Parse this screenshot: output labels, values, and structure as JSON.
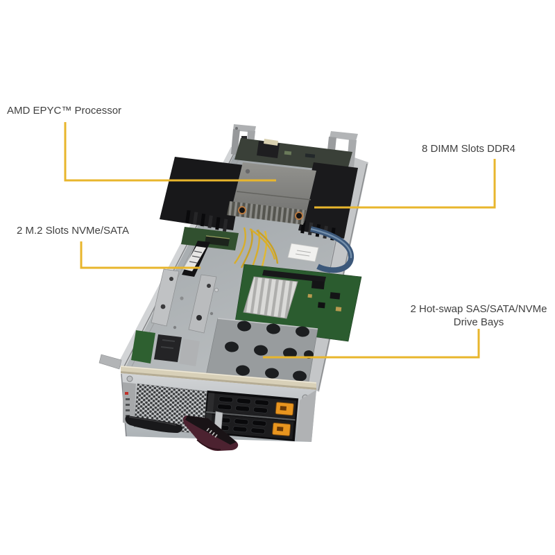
{
  "figure": {
    "description": "Annotated product photo of a blade server module shown open, rear at top and hot-swap drive front panel at bottom",
    "callout_line_color": "#E8B62C",
    "label_text_color": "#3F3F3F",
    "callouts": {
      "processor": {
        "label": "AMD EPYC™ Processor"
      },
      "dimm": {
        "label": "8 DIMM Slots DDR4"
      },
      "m2": {
        "label": "2 M.2 Slots NVMe/SATA"
      },
      "drive_bays": {
        "label": "2 Hot-swap SAS/SATA/NVMe\nDrive Bays"
      }
    }
  }
}
